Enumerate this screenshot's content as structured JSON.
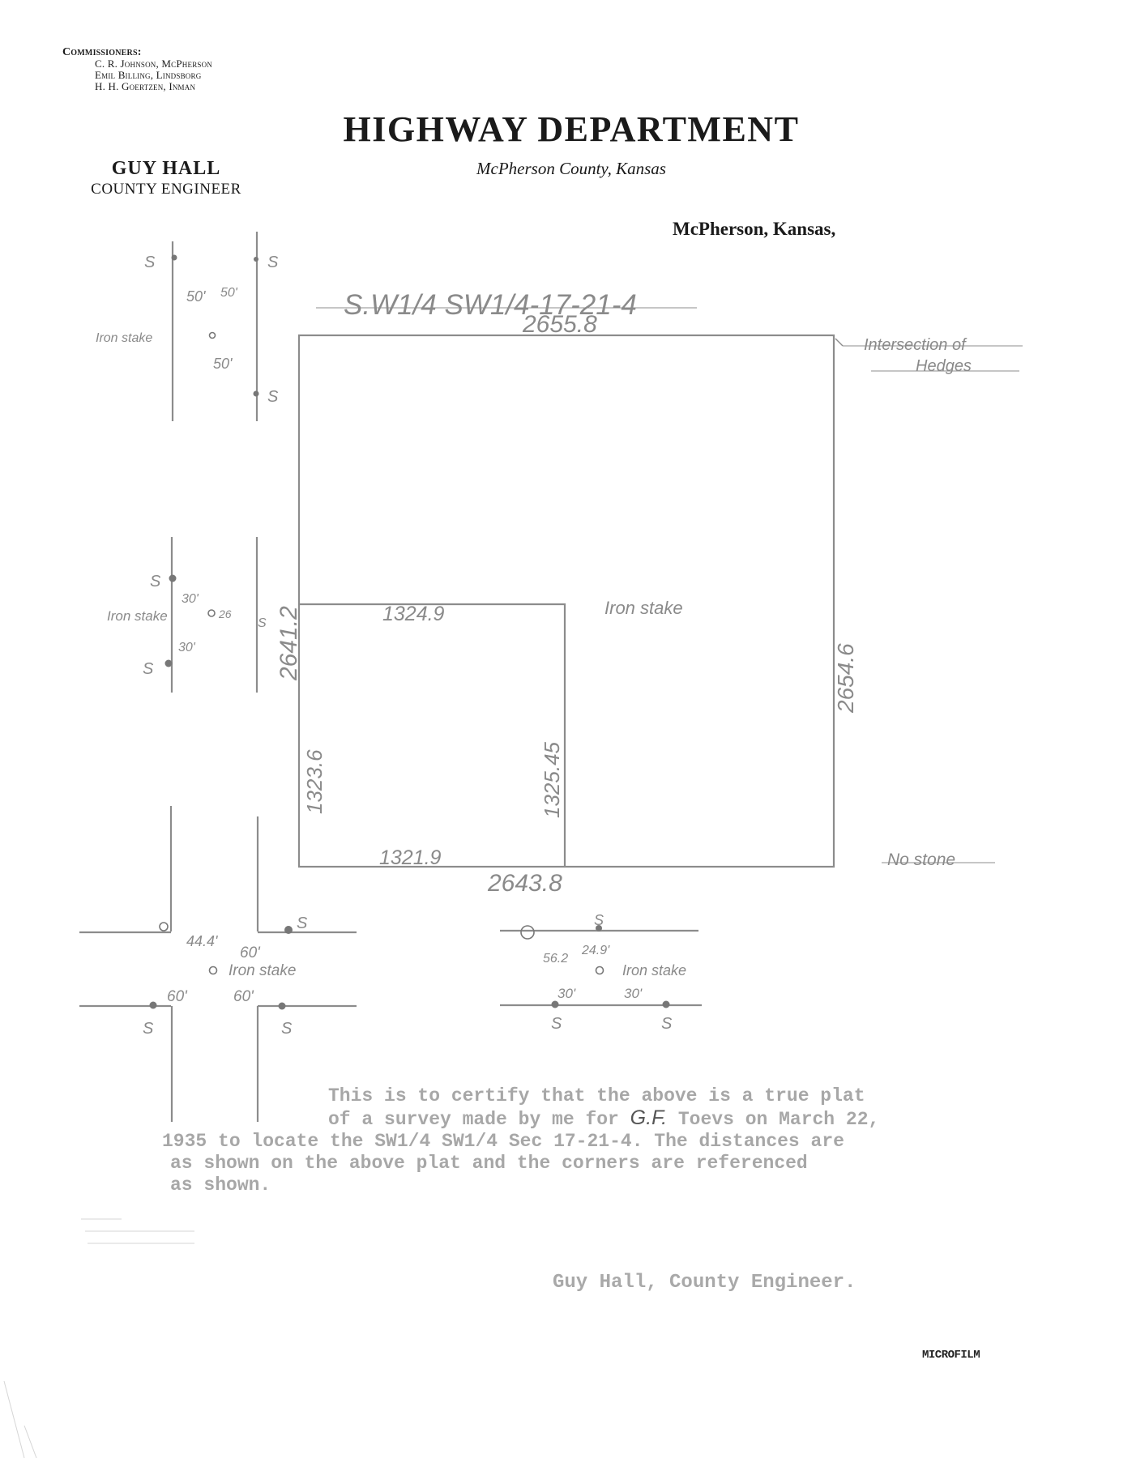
{
  "letterhead": {
    "commissioners_heading": "Commissioners:",
    "commissioners": [
      "C. R. Johnson, McPherson",
      "Emil Billing, Lindsborg",
      "H. H. Goertzen, Inman"
    ],
    "department": "HIGHWAY DEPARTMENT",
    "county": "McPherson County, Kansas",
    "engineer_name": "GUY HALL",
    "engineer_title": "COUNTY ENGINEER",
    "city": "McPherson, Kansas,"
  },
  "plat": {
    "tract_label": "S.W1/4 SW1/4-17-21-4",
    "dimensions": {
      "north": "2655.8",
      "south": "2643.8",
      "west": "2641.2",
      "east": "2654.6",
      "inner_north": "1324.9",
      "inner_south": "1321.9",
      "inner_west": "1323.6",
      "inner_east": "1325.45"
    },
    "notes": {
      "ne_corner_1": "Intersection of",
      "ne_corner_2": "Hedges",
      "se_corner": "No stone",
      "center_stake": "Iron stake"
    },
    "nw_ref": {
      "stake": "Iron stake",
      "d1": "50'",
      "d2": "50'",
      "d3": "50'",
      "s": "S"
    },
    "w_ref": {
      "stake": "Iron stake",
      "d1": "30'",
      "d2": "30'",
      "d3": "26",
      "s": "S"
    },
    "sw_ref": {
      "stake": "Iron stake",
      "d1": "44.4'",
      "d2": "60'",
      "d3": "60'",
      "d4": "60'",
      "s": "S"
    },
    "s_ref": {
      "stake": "Iron stake",
      "d1": "24.9'",
      "d2": "56.2",
      "d3": "30'",
      "d4": "30'",
      "s": "S"
    }
  },
  "certification": {
    "line1": "This is to certify that the above is a true plat",
    "line2_a": "of a survey made by me for",
    "line2_hand": "G.F.",
    "line2_b": "Toevs on March 22,",
    "line3": "1935 to locate the SW1/4 SW1/4 Sec 17-21-4. The distances are",
    "line4": "as shown on the above plat and the corners are referenced",
    "line5": "as shown."
  },
  "signature": "Guy Hall, County Engineer.",
  "stamp": "MICROFILM"
}
